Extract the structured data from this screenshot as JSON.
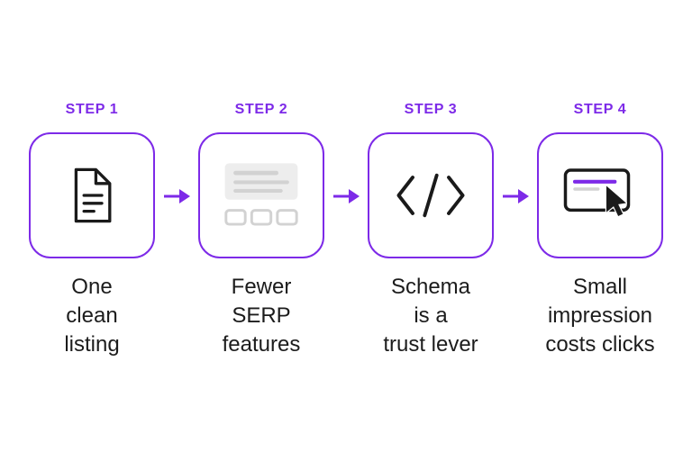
{
  "colors": {
    "accent": "#7d2ae8",
    "icon_black": "#1a1a1a",
    "icon_gray": "#d2d2d2"
  },
  "steps": [
    {
      "label": "STEP 1",
      "caption": "One\nclean\nlisting",
      "icon": "document-icon"
    },
    {
      "label": "STEP 2",
      "caption": "Fewer\nSERP\nfeatures",
      "icon": "serp-features-icon"
    },
    {
      "label": "STEP 3",
      "caption": "Schema\nis a\ntrust lever",
      "icon": "code-schema-icon"
    },
    {
      "label": "STEP 4",
      "caption": "Small\nimpression\ncosts clicks",
      "icon": "cursor-click-icon"
    }
  ]
}
